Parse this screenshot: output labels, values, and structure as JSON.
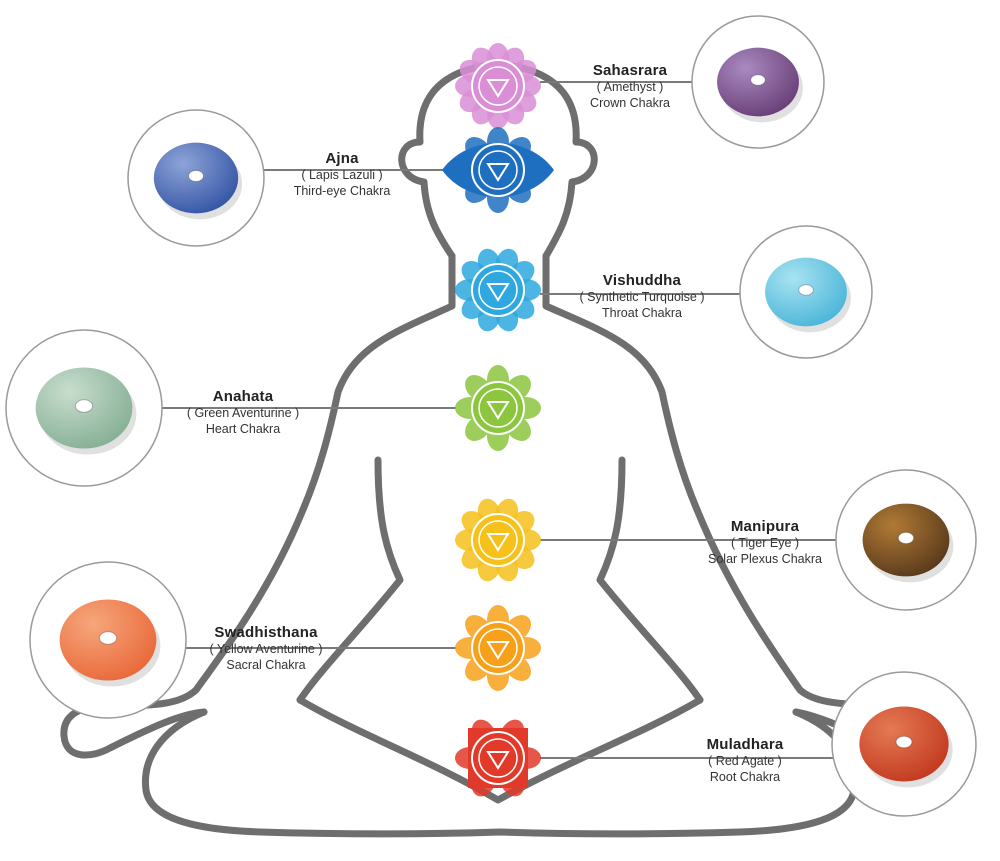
{
  "colors": {
    "body_outline": "#6e6e6e",
    "connector": "#7a7a7a",
    "circle_border": "#9a9a9a"
  },
  "chakras": [
    {
      "key": "sahasrara",
      "name": "Sahasrara",
      "stone": "( Amethyst )",
      "chakra": "Crown Chakra",
      "symbol_color": "#d98ed6",
      "stone_color": "#6a3f78",
      "stone_light": "#a98ac0",
      "icon": "lotus-om-icon"
    },
    {
      "key": "ajna",
      "name": "Ajna",
      "stone": "( Lapis Lazuli )",
      "chakra": "Third-eye Chakra",
      "symbol_color": "#1f6fc0",
      "stone_color": "#3556a6",
      "stone_light": "#8ea4d8",
      "icon": "lotus-om-icon"
    },
    {
      "key": "vishuddha",
      "name": "Vishuddha",
      "stone": "( Synthetic Turquoise )",
      "chakra": "Throat Chakra",
      "symbol_color": "#2ea8df",
      "stone_color": "#4bb6d8",
      "stone_light": "#a8e3f2",
      "icon": "lotus-ham-icon"
    },
    {
      "key": "anahata",
      "name": "Anahata",
      "stone": "( Green Aventurine )",
      "chakra": "Heart Chakra",
      "symbol_color": "#8cc63f",
      "stone_color": "#86b096",
      "stone_light": "#c8ddcd",
      "icon": "lotus-yam-icon"
    },
    {
      "key": "manipura",
      "name": "Manipura",
      "stone": "( Tiger Eye )",
      "chakra": "Solar Plexus Chakra",
      "symbol_color": "#f5c11a",
      "stone_color": "#5a3a1c",
      "stone_light": "#b07a35",
      "icon": "lotus-ram-icon"
    },
    {
      "key": "swadhisthana",
      "name": "Swadhisthana",
      "stone": "( Yellow Aventurine )",
      "chakra": "Sacral Chakra",
      "symbol_color": "#f7a11a",
      "stone_color": "#e9693a",
      "stone_light": "#f6a77c",
      "icon": "lotus-vam-icon"
    },
    {
      "key": "muladhara",
      "name": "Muladhara",
      "stone": "( Red Agate )",
      "chakra": "Root Chakra",
      "symbol_color": "#e23a2a",
      "stone_color": "#c23a1f",
      "stone_light": "#e57a55",
      "icon": "lotus-lam-icon"
    }
  ]
}
